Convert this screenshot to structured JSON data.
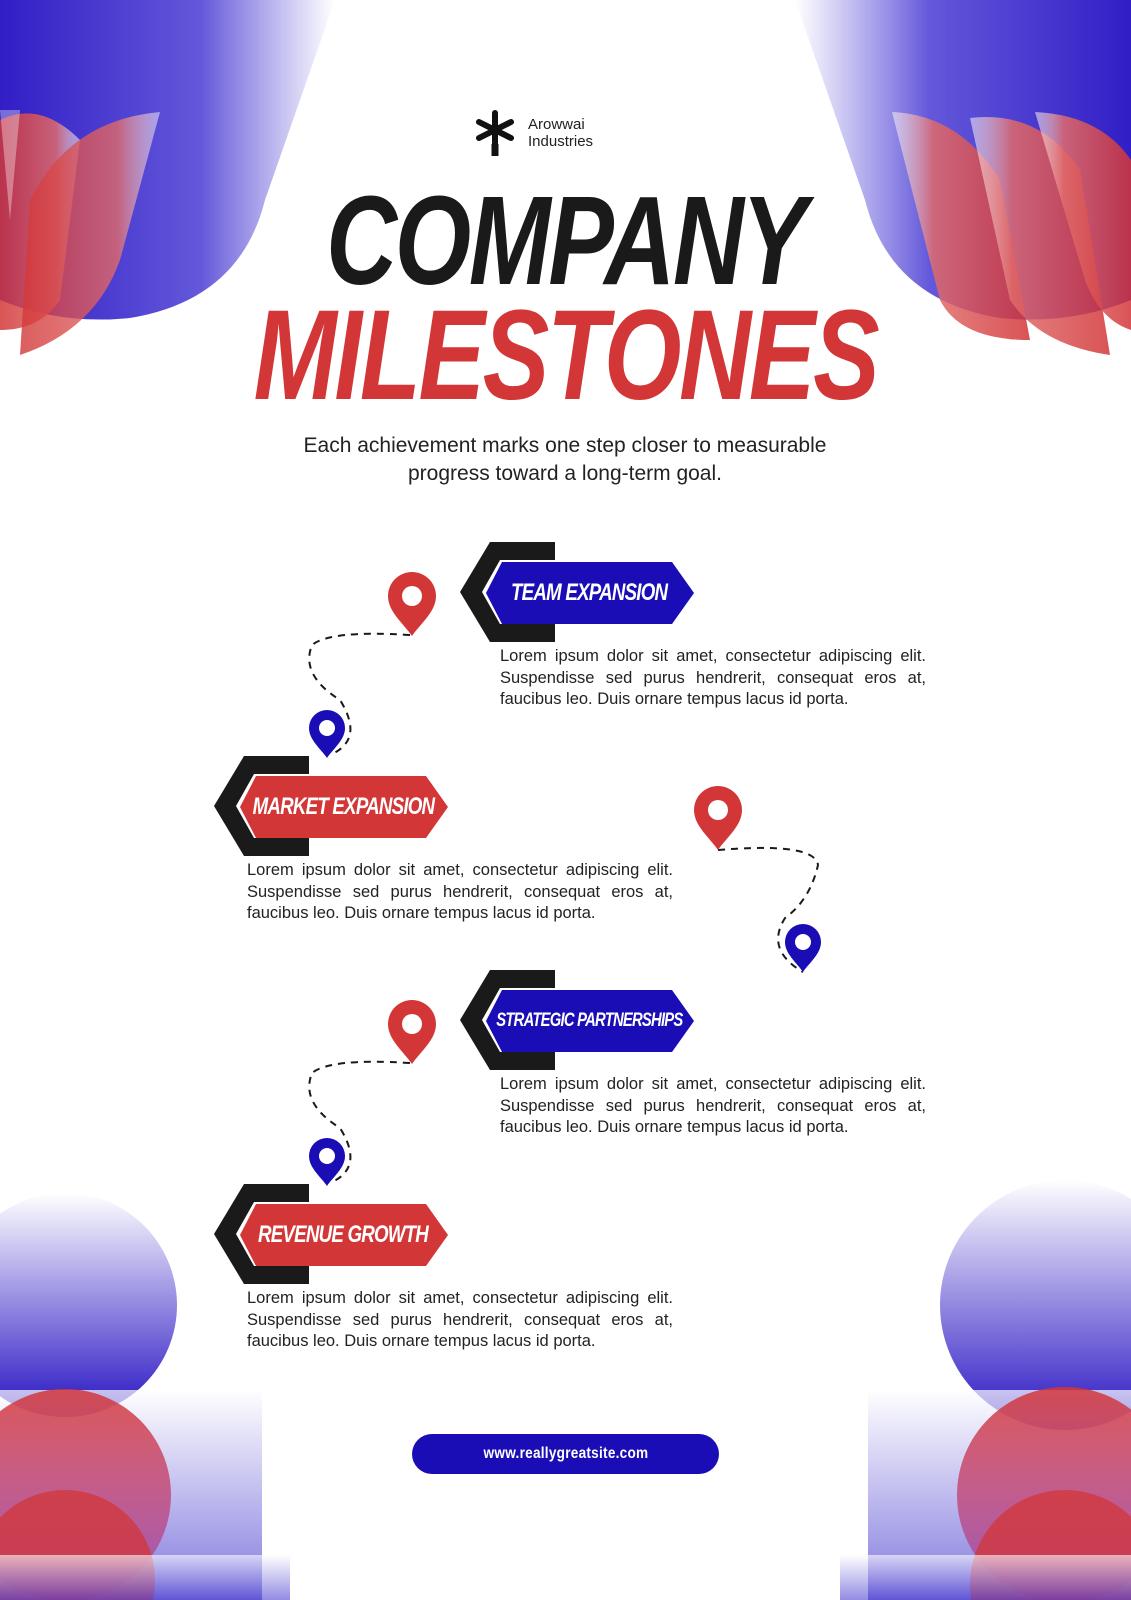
{
  "brand": {
    "name_line1": "Arowwai",
    "name_line2": "Industries",
    "logo_icon": "asterisk-logo-icon"
  },
  "title": {
    "line1": "COMPANY",
    "line2": "MILESTONES"
  },
  "subtitle": {
    "line1": "Each achievement marks one step closer to measurable",
    "line2": "progress toward a long-term goal."
  },
  "milestones": [
    {
      "label": "TEAM EXPANSION",
      "description": "Lorem ipsum dolor sit amet, consectetur adipiscing elit. Suspendisse sed purus hendrerit, consequat eros at, faucibus leo. Duis ornare tempus lacus id porta."
    },
    {
      "label": "MARKET EXPANSION",
      "description": "Lorem ipsum dolor sit amet, consectetur adipiscing elit. Suspendisse sed purus hendrerit, consequat eros at, faucibus leo. Duis ornare tempus lacus id porta."
    },
    {
      "label": "STRATEGIC PARTNERSHIPS",
      "description": "Lorem ipsum dolor sit amet, consectetur adipiscing elit. Suspendisse sed purus hendrerit, consequat eros at, faucibus leo. Duis ornare tempus lacus id porta."
    },
    {
      "label": "REVENUE GROWTH",
      "description": "Lorem ipsum dolor sit amet, consectetur adipiscing elit. Suspendisse sed purus hendrerit, consequat eros at, faucibus leo. Duis ornare tempus lacus id porta."
    }
  ],
  "footer": {
    "website": "www.reallygreatsite.com"
  },
  "colors": {
    "blue": "#1a0db5",
    "red": "#d33637",
    "black": "#1a1a1a"
  }
}
